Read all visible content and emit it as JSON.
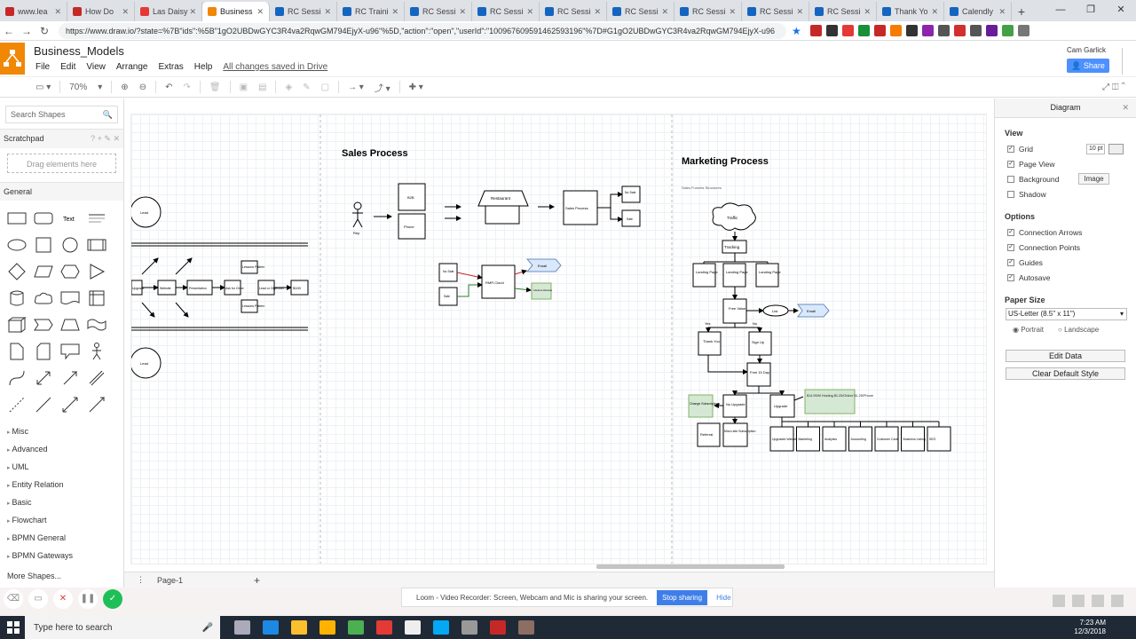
{
  "browser": {
    "tabs": [
      {
        "label": "www.lea",
        "color": "#c62828"
      },
      {
        "label": "How Do",
        "color": "#c62828"
      },
      {
        "label": "Las Daisy",
        "color": "#e53935"
      },
      {
        "label": "Business",
        "color": "#f08705",
        "active": true
      },
      {
        "label": "RC Sessi",
        "color": "#1565c0"
      },
      {
        "label": "RC Traini",
        "color": "#1565c0"
      },
      {
        "label": "RC Sessi",
        "color": "#1565c0"
      },
      {
        "label": "RC Sessi",
        "color": "#1565c0"
      },
      {
        "label": "RC Sessi",
        "color": "#1565c0"
      },
      {
        "label": "RC Sessi",
        "color": "#1565c0"
      },
      {
        "label": "RC Sessi",
        "color": "#1565c0"
      },
      {
        "label": "RC Sessi",
        "color": "#1565c0"
      },
      {
        "label": "RC Sessi",
        "color": "#1565c0"
      },
      {
        "label": "Thank Yo",
        "color": "#1565c0"
      },
      {
        "label": "Calendly",
        "color": "#1565c0"
      }
    ],
    "url": "https://www.draw.io/?state=%7B\"ids\":%5B\"1gO2UBDwGYC3R4va2RqwGM794EjyX-u96\"%5D,\"action\":\"open\",\"userId\":\"100967609591462593196\"%7D#G1gO2UBDwGYC3R4va2RqwGM794EjyX-u96"
  },
  "app": {
    "title": "Business_Models",
    "menu": [
      "File",
      "Edit",
      "View",
      "Arrange",
      "Extras",
      "Help"
    ],
    "saved_status": "All changes saved in Drive",
    "user": "Cam Garlick",
    "share_label": "Share",
    "accent": "#f08705"
  },
  "toolbar": {
    "zoom": "70%"
  },
  "left_panel": {
    "search_placeholder": "Search Shapes",
    "scratchpad_label": "Scratchpad",
    "drag_hint": "Drag elements here",
    "general_label": "General",
    "categories": [
      "Misc",
      "Advanced",
      "UML",
      "Entity Relation",
      "Basic",
      "Flowchart",
      "BPMN General",
      "BPMN Gateways"
    ],
    "more_shapes": "More Shapes..."
  },
  "canvas": {
    "sales": {
      "title": "Sales Process",
      "actor_label": "Rep",
      "b2b": "B2B",
      "phone": "Phone",
      "restaurant": "Restaurant",
      "sales_process": "Sales Process",
      "no_sale": "No Sale",
      "sale": "Sale",
      "rmr": "RMR Cloud",
      "email": "Email",
      "lifetime": "Lifetime Review"
    },
    "marketing": {
      "title": "Marketing Process",
      "subtitle": "Sales Funnels Structures",
      "traffic": "Traffic",
      "tracking": "Tracking",
      "landing_page": "Landing Page",
      "free_value": "Free Value",
      "list": "List",
      "email": "Email",
      "yes": "Yes",
      "no": "No",
      "thank_you": "Thank You",
      "sign_up": "Sign Up",
      "free_trial": "Free 15 Day",
      "change": "Change Subscriptions",
      "no_upgrade": "No Upgrade",
      "upgrade": "Upgrade",
      "pricing": "$14.95/M Hosting $1.25/Online $1.25/Phone",
      "referral": "Referral",
      "microsite": "Micro-site Subscription",
      "services": [
        "Upgraded Website",
        "Marketing",
        "Analytics",
        "Accounting",
        "Customer Care",
        "Business Listing",
        "SEO"
      ]
    },
    "left_fragment": {
      "lead": "Lead",
      "website": "Website",
      "presentation": "Presentation",
      "ask": "Ask for Order",
      "lessons": "Lessons Pattern",
      "objection": "Lead or Objection",
      "close": "$100",
      "upgrade": "Upgrade"
    }
  },
  "page_tab": "Page-1",
  "right_panel": {
    "title": "Diagram",
    "view_label": "View",
    "grid": "Grid",
    "grid_size": "10 pt",
    "page_view": "Page View",
    "background": "Background",
    "image_btn": "Image",
    "shadow": "Shadow",
    "options_label": "Options",
    "connection_arrows": "Connection Arrows",
    "connection_points": "Connection Points",
    "guides": "Guides",
    "autosave": "Autosave",
    "paper_size_label": "Paper Size",
    "paper_size": "US-Letter (8.5\" x 11\")",
    "portrait": "Portrait",
    "landscape": "Landscape",
    "edit_data": "Edit Data",
    "clear_style": "Clear Default Style"
  },
  "loom": {
    "message": "Loom - Video Recorder: Screen, Webcam and Mic is sharing your screen.",
    "stop": "Stop sharing",
    "hide": "Hide"
  },
  "taskbar": {
    "search": "Type here to search",
    "time": "7:23 AM",
    "date": "12/3/2018"
  }
}
